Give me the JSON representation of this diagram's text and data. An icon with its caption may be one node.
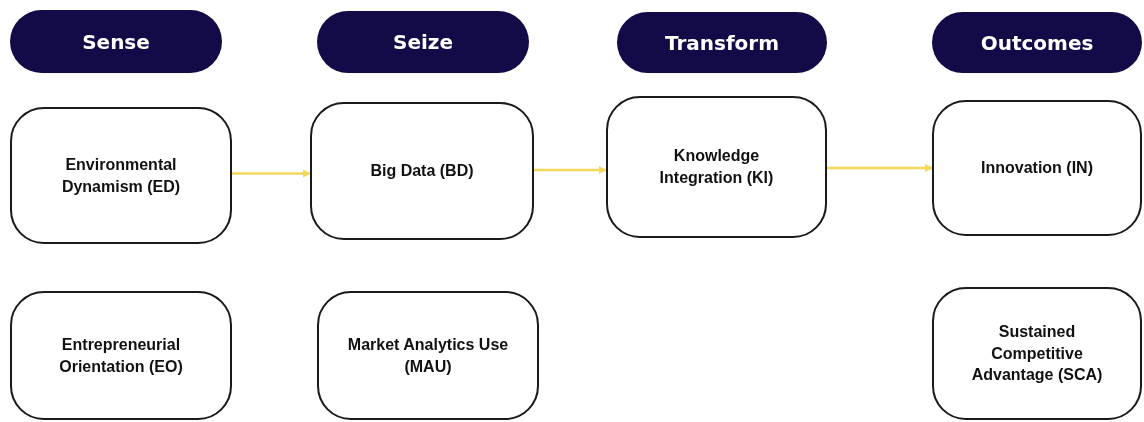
{
  "diagram": {
    "nodes": [
      {
        "text": [
          "Sense"
        ]
      },
      {
        "text": [
          "Seize"
        ]
      },
      {
        "text": [
          "Transform"
        ]
      },
      {
        "text": [
          "Outcomes"
        ]
      },
      {
        "text": [
          "Environmental Dynamism (ED)"
        ]
      },
      {
        "text": [
          "Entrepreneurial Orientation (EO)"
        ]
      },
      {
        "text": [
          "Big Data (BD)"
        ]
      },
      {
        "text": [
          "Market Analytics Use (MAU)"
        ]
      },
      {
        "text": [
          "Knowledge Integration (KI)"
        ]
      },
      {
        "text": [
          "Innovation (IN)"
        ]
      },
      {
        "text": [
          "Sustained Competitive Advantage (SCA)"
        ]
      }
    ],
    "edges": [
      {
        "from": 4,
        "to": 6,
        "arrow": "to"
      },
      {
        "from": 6,
        "to": 8,
        "arrow": "to"
      },
      {
        "from": 8,
        "to": 9,
        "arrow": "to"
      }
    ]
  }
}
